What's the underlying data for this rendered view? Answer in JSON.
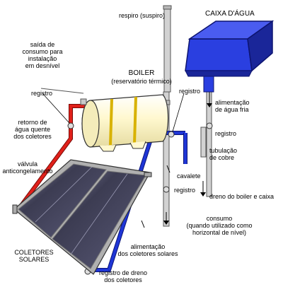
{
  "labels": {
    "respiro": "respiro (suspiro)",
    "caixa_dagua": "CAIXA D'ÁGUA",
    "saida_consumo": "saída de\nconsumo para\ninstalação\nem desnível",
    "boiler_title": "BOILER",
    "boiler_subtitle": "(reservatório térmico)",
    "registro_left": "registro",
    "registro_center": "registro",
    "alimentacao_agua_fria": "alimentação\nde água fria",
    "registro_right": "registro",
    "retorno_agua_quente": "retorno de\nágua quente\ndos coletores",
    "tubulacao_cobre": "tubulação\nde cobre",
    "valvula_anticongelamento": "válvula\nanticongelamento",
    "cavalete": "cavalete",
    "registro_lower": "registro",
    "dreno_boiler_caixa": "dreno do boiler e caixa",
    "consumo": "consumo\n(quando utilizado como\nhorizontal de nível)",
    "coletores_solares": "COLETORES\nSOLARES",
    "alimentacao_coletores": "alimentação\ndos coletores solares",
    "registro_dreno_coletores": "registro de dreno\ndos coletores"
  },
  "colors": {
    "tank_blue": "#2a3fe0",
    "tank_blue_dark": "#1a2699",
    "hot_pipe": "#e0201a",
    "cold_pipe": "#1f36d6",
    "boiler_cream": "#fff8cf",
    "boiler_band": "#d8b200",
    "pipe_gray": "#c8c8c8",
    "panel_dark": "#3c3c52"
  }
}
